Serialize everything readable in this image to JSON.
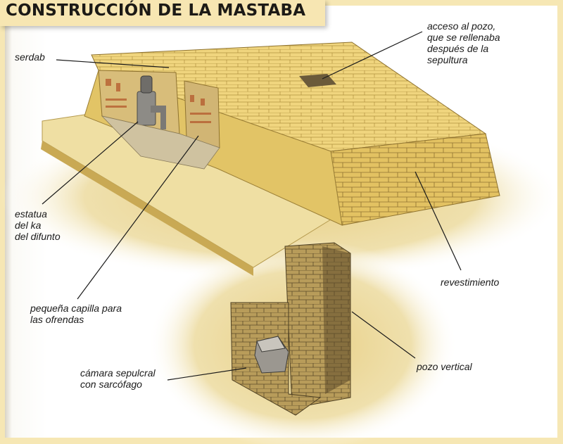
{
  "title": "CONSTRUCCIÓN DE LA MASTABA",
  "labels": {
    "serdab": {
      "lines": [
        "serdab"
      ]
    },
    "acceso": {
      "lines": [
        "acceso al pozo,",
        "que se rellenaba",
        "después de la",
        "sepultura"
      ]
    },
    "estatua": {
      "lines": [
        "estatua",
        "del ka",
        "del difunto"
      ]
    },
    "capilla": {
      "lines": [
        "pequeña capilla para",
        "las ofrendas"
      ]
    },
    "revestimiento": {
      "lines": [
        "revestimiento"
      ]
    },
    "pozo": {
      "lines": [
        "pozo vertical"
      ]
    },
    "camara": {
      "lines": [
        "cámara sepulcral",
        "con sarcófago"
      ]
    }
  },
  "colors": {
    "frame": "#f6e7b4",
    "title_banner": "#f7e6b2",
    "stone_light": "#f0d57e",
    "stone_mid": "#d9b453",
    "stone_dark": "#a88a3c",
    "ground": "#e8d49a",
    "shaft_shadow": "#6b5a3a"
  }
}
